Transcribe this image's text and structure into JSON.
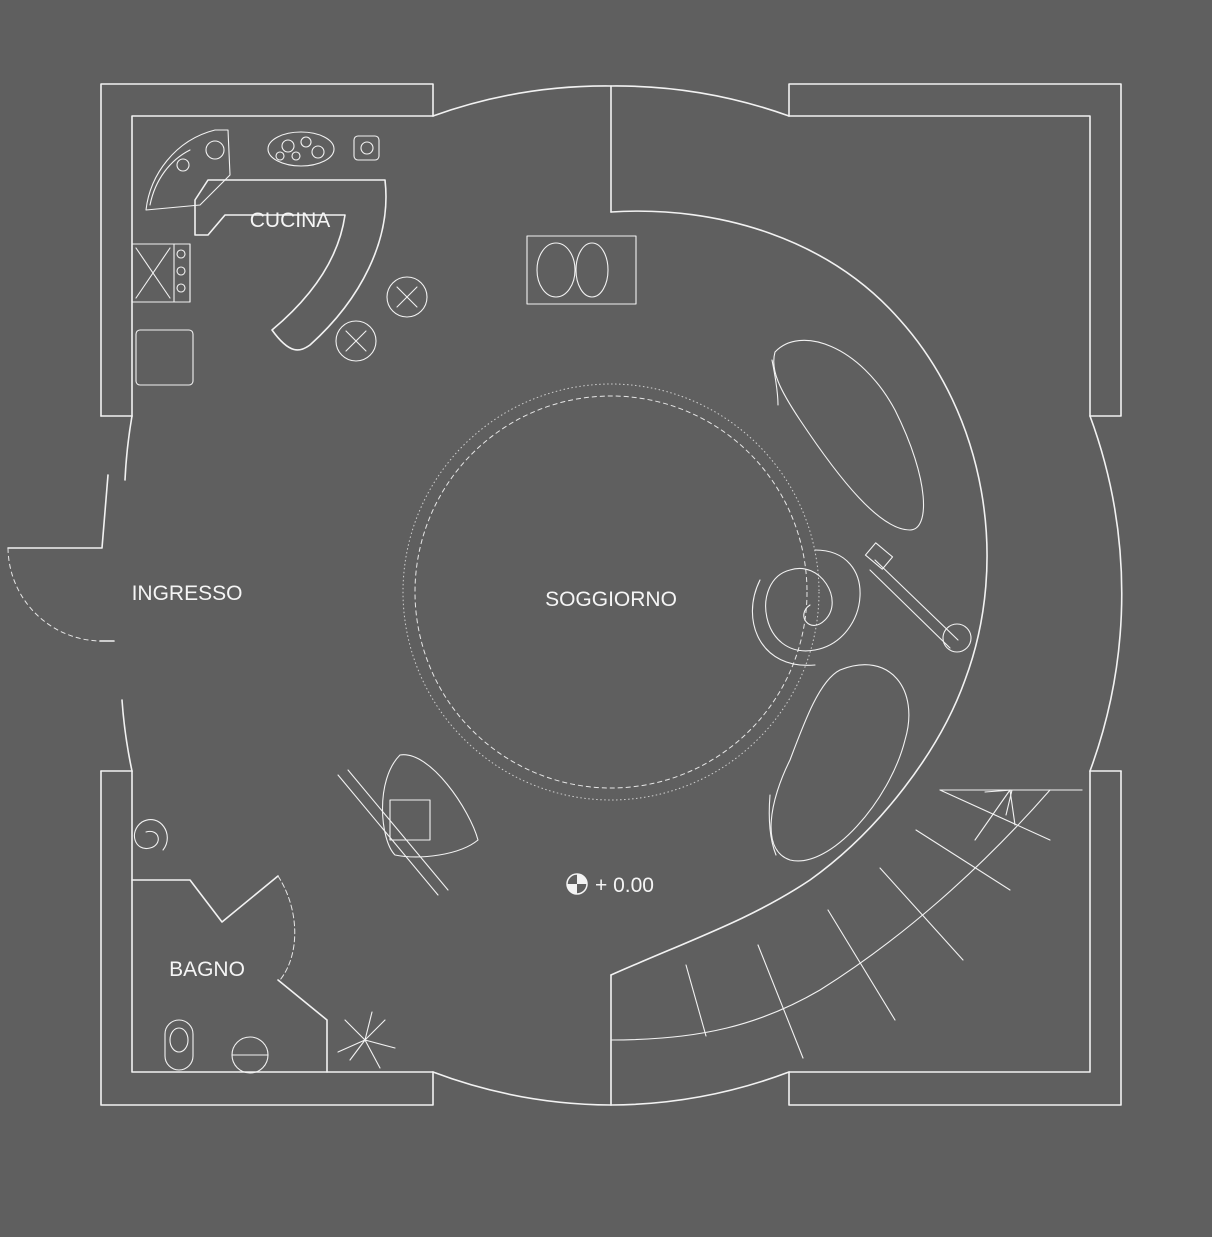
{
  "rooms": {
    "kitchen": "CUCINA",
    "entrance": "INGRESSO",
    "living": "SOGGIORNO",
    "bathroom": "BAGNO"
  },
  "level": "+ 0.00",
  "colors": {
    "background": "#5f5f5f",
    "lines": "#f2f2f2"
  }
}
